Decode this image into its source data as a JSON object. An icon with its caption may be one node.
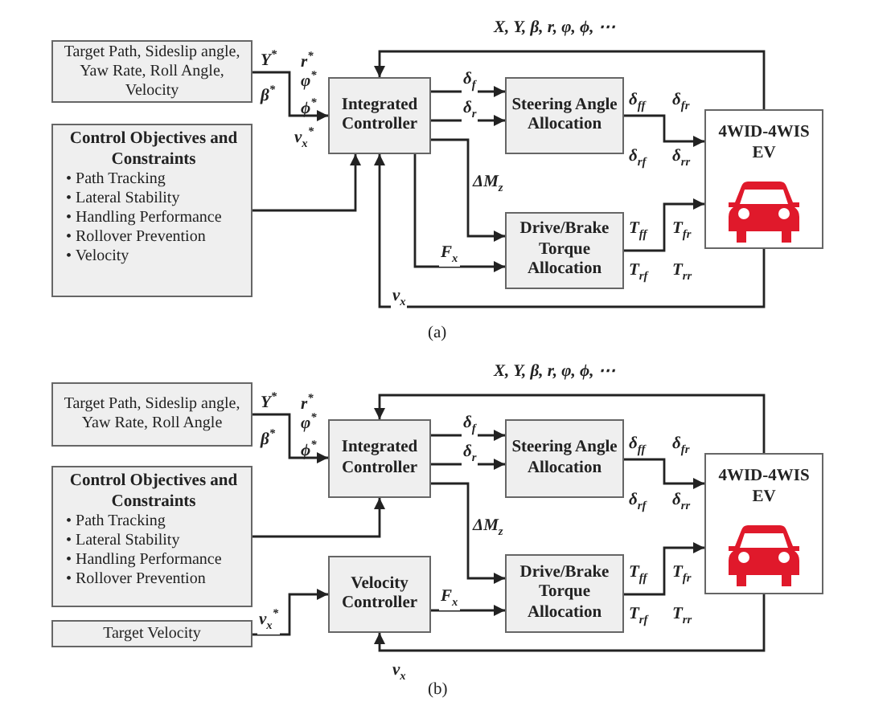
{
  "diagram": {
    "nodes": [
      {
        "text": [
          "Target Path, Sideslip angle, Yaw Rate, Roll Angle, Velocity"
        ]
      },
      {
        "text": [
          "Control Objectives and Constraints",
          "• Path Tracking",
          "• Lateral Stability",
          "• Handling Performance",
          "• Rollover Prevention",
          "• Velocity"
        ]
      },
      {
        "text": [
          "Integrated Controller"
        ]
      },
      {
        "text": [
          "Steering Angle Allocation"
        ]
      },
      {
        "text": [
          "Drive/Brake Torque Allocation"
        ]
      },
      {
        "text": [
          "4WID-4WIS EV"
        ]
      },
      {
        "text": [
          "Target Path, Sideslip angle, Yaw Rate, Roll Angle"
        ]
      },
      {
        "text": [
          "Control Objectives and Constraints",
          "• Path Tracking",
          "• Lateral Stability",
          "• Handling Performance",
          "• Rollover Prevention"
        ]
      },
      {
        "text": [
          "Target Velocity"
        ]
      },
      {
        "text": [
          "Integrated Controller"
        ]
      },
      {
        "text": [
          "Velocity Controller"
        ]
      },
      {
        "text": [
          "Steering Angle Allocation"
        ]
      },
      {
        "text": [
          "Drive/Brake Torque Allocation"
        ]
      },
      {
        "text": [
          "4WID-4WIS EV"
        ]
      }
    ],
    "edges": [
      {
        "from": 0,
        "to": 2,
        "arrow": "to"
      },
      {
        "from": 1,
        "to": 2,
        "arrow": "to"
      },
      {
        "from": 2,
        "to": 3,
        "arrow": "to",
        "label": "δ$_{f}$"
      },
      {
        "from": 2,
        "to": 3,
        "arrow": "to",
        "label": "δ$_{r}$"
      },
      {
        "from": 2,
        "to": 4,
        "arrow": "to",
        "label": "ΔM$_{z}$"
      },
      {
        "from": 2,
        "to": 4,
        "arrow": "to",
        "label": "F$_{x}$"
      },
      {
        "from": 3,
        "to": 5,
        "arrow": "to"
      },
      {
        "from": 4,
        "to": 5,
        "arrow": "to"
      },
      {
        "from": 5,
        "to": 2,
        "arrow": "to",
        "label": "X, Y, β, r, φ, ϕ, ⋯"
      },
      {
        "from": 5,
        "to": 2,
        "arrow": "to",
        "label": "v$_{x}$"
      },
      {
        "from": 6,
        "to": 9,
        "arrow": "to"
      },
      {
        "from": 7,
        "to": 9,
        "arrow": "to"
      },
      {
        "from": 8,
        "to": 10,
        "arrow": "to",
        "label": "v$_{x}$$^{*}$"
      },
      {
        "from": 9,
        "to": 11,
        "arrow": "to",
        "label": "δ$_{f}$"
      },
      {
        "from": 9,
        "to": 11,
        "arrow": "to",
        "label": "δ$_{r}$"
      },
      {
        "from": 9,
        "to": 12,
        "arrow": "to",
        "label": "ΔM$_{z}$"
      },
      {
        "from": 10,
        "to": 12,
        "arrow": "to",
        "label": "F$_{x}$"
      },
      {
        "from": 11,
        "to": 13,
        "arrow": "to"
      },
      {
        "from": 12,
        "to": 13,
        "arrow": "to"
      },
      {
        "from": 13,
        "to": 9,
        "arrow": "to",
        "label": "X, Y, β, r, φ, ϕ, ⋯"
      },
      {
        "from": 13,
        "to": 10,
        "arrow": "to",
        "label": "v$_{x}$"
      }
    ],
    "labels": [
      "Y$^{*}$",
      "β$^{*}$",
      "r$^{*}$",
      "φ$^{*}$",
      "ϕ$^{*}$",
      "v$_{x}$$^{*}$",
      "δ$_{ff}$",
      "δ$_{fr}$",
      "δ$_{rf}$",
      "δ$_{rr}$",
      "T$_{ff}$",
      "T$_{fr}$",
      "T$_{rf}$",
      "T$_{rr}$",
      "(a)",
      "Y$^{*}$",
      "β$^{*}$",
      "r$^{*}$",
      "φ$^{*}$",
      "ϕ$^{*}$",
      "δ$_{ff}$",
      "δ$_{fr}$",
      "δ$_{rf}$",
      "δ$_{rr}$",
      "T$_{ff}$",
      "T$_{fr}$",
      "T$_{rf}$",
      "T$_{rr}$",
      "(b)"
    ]
  }
}
